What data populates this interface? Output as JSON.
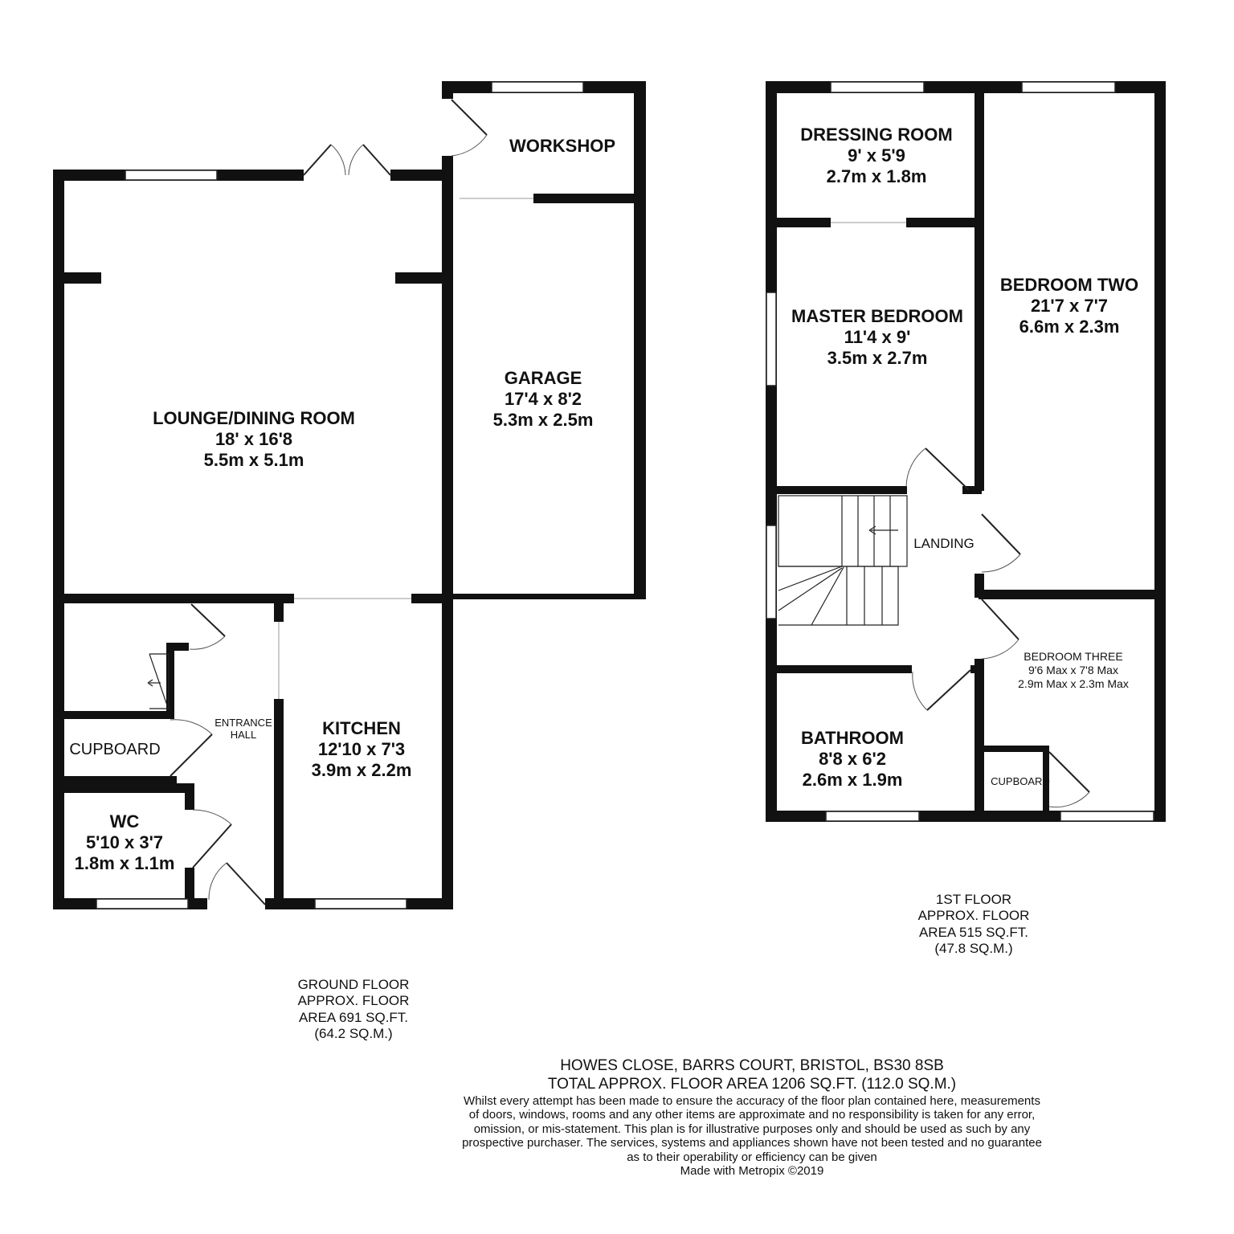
{
  "ground_floor": {
    "rooms": {
      "lounge": {
        "name": "LOUNGE/DINING ROOM",
        "imperial": "18' x 16'8",
        "metric": "5.5m x 5.1m"
      },
      "garage": {
        "name": "GARAGE",
        "imperial": "17'4 x 8'2",
        "metric": "5.3m x 2.5m"
      },
      "workshop": {
        "name": "WORKSHOP"
      },
      "kitchen": {
        "name": "KITCHEN",
        "imperial": "12'10 x 7'3",
        "metric": "3.9m x 2.2m"
      },
      "wc": {
        "name": "WC",
        "imperial": "5'10 x 3'7",
        "metric": "1.8m x 1.1m"
      },
      "cupboard": {
        "name": "CUPBOARD"
      },
      "entrance_hall": {
        "line1": "ENTRANCE",
        "line2": "HALL"
      }
    },
    "area_note": {
      "line1": "GROUND FLOOR",
      "line2": "APPROX. FLOOR",
      "line3": "AREA 691 SQ.FT.",
      "line4": "(64.2 SQ.M.)"
    }
  },
  "first_floor": {
    "rooms": {
      "dressing": {
        "name": "DRESSING ROOM",
        "imperial": "9' x 5'9",
        "metric": "2.7m x 1.8m"
      },
      "master": {
        "name": "MASTER BEDROOM",
        "imperial": "11'4 x 9'",
        "metric": "3.5m x 2.7m"
      },
      "bedroom_two": {
        "name": "BEDROOM TWO",
        "imperial": "21'7 x 7'7",
        "metric": "6.6m x 2.3m"
      },
      "landing": {
        "name": "LANDING"
      },
      "bedroom_three": {
        "name": "BEDROOM THREE",
        "imperial": "9'6 Max x 7'8 Max",
        "metric": "2.9m Max x 2.3m Max"
      },
      "bathroom": {
        "name": "BATHROOM",
        "imperial": "8'8 x 6'2",
        "metric": "2.6m x 1.9m"
      },
      "cupboard": {
        "name": "CUPBOARD"
      }
    },
    "area_note": {
      "line1": "1ST FLOOR",
      "line2": "APPROX. FLOOR",
      "line3": "AREA 515 SQ.FT.",
      "line4": "(47.8 SQ.M.)"
    }
  },
  "footer": {
    "address": "HOWES CLOSE, BARRS COURT, BRISTOL, BS30 8SB",
    "total_area": "TOTAL APPROX. FLOOR AREA 1206 SQ.FT. (112.0 SQ.M.)",
    "disclaimer": [
      "Whilst every attempt has been made to ensure the accuracy of the floor plan contained here, measurements",
      "of doors, windows, rooms and any other items are approximate and no responsibility is taken for any error,",
      "omission, or mis-statement. This plan is for illustrative purposes only and should be used as such by any",
      "prospective purchaser. The services, systems and appliances shown have not been tested and no guarantee",
      "as to their operability or efficiency can be given"
    ],
    "credit": "Made with Metropix ©2019"
  },
  "colors": {
    "wall": "#111111",
    "background": "#ffffff",
    "opening": "#bbbbbb"
  }
}
